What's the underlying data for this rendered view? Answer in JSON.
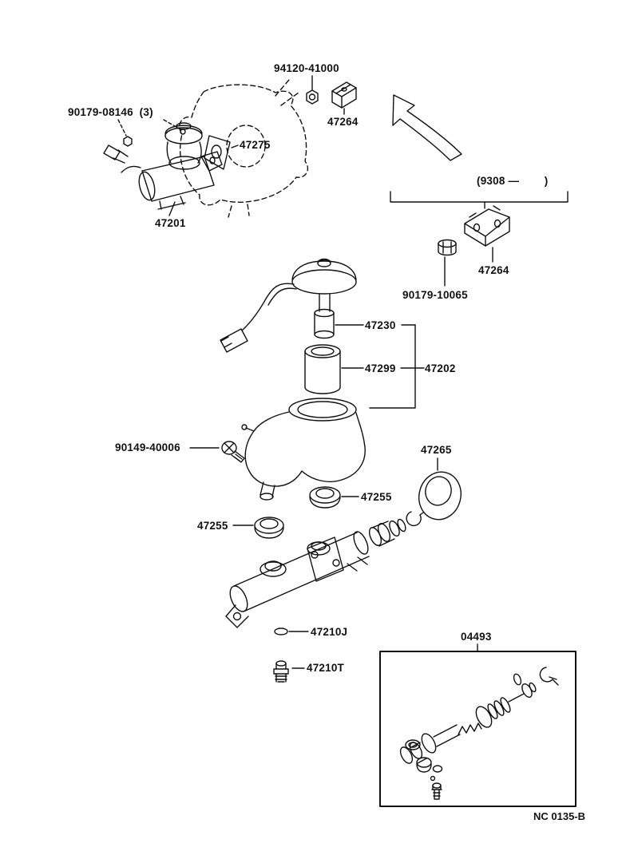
{
  "page": {
    "background": "#ffffff",
    "ink": "#111111",
    "footer_code": "NC 0135-B"
  },
  "labels": {
    "bolt_90179_08146": "90179-08146  (3)",
    "nut_94120_41000": "94120-41000",
    "clamp_47264_top": "47264",
    "gasket_47275": "47275",
    "cylinder_47201": "47201",
    "date_range": "(9308 —        )",
    "clamp_47264_right": "47264",
    "nut_90179_10065": "90179-10065",
    "float_47230": "47230",
    "filter_47299": "47299",
    "reservoir_47202": "47202",
    "screw_90149_40006": "90149-40006",
    "grommet_47265": "47265",
    "grommet_47255_right": "47255",
    "grommet_47255_left": "47255",
    "gasket_47210J": "47210J",
    "cap_47210T": "47210T",
    "kit_04493": "04493"
  }
}
